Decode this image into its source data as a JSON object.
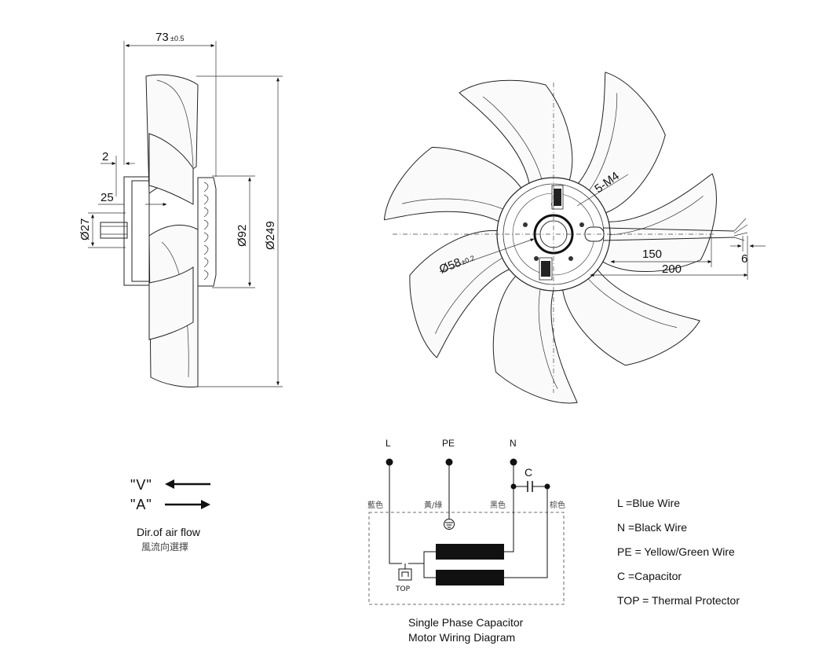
{
  "side_view": {
    "dim_depth": "73",
    "dim_depth_tol": "±0.5",
    "dim_offset": "2",
    "dim_hub": "25",
    "dim_shaft": "Ø27",
    "dim_motor": "Ø92",
    "dim_diameter": "Ø249"
  },
  "front_view": {
    "dim_screws": "5-M4",
    "dim_bolt_circle": "Ø58",
    "dim_bolt_circle_tol": "±0.2",
    "dim_cable_150": "150",
    "dim_cable_200": "200",
    "dim_strip": "6"
  },
  "airflow": {
    "v_label": "\"V\"",
    "a_label": "\"A\"",
    "caption": "Dir.of air flow",
    "caption_cn": "風流向選擇"
  },
  "wiring": {
    "terminal_l": "L",
    "terminal_pe": "PE",
    "terminal_n": "N",
    "capacitor": "C",
    "color_blue_cn": "藍色",
    "color_yg_cn": "黃/綠",
    "color_black_cn": "黑色",
    "color_brown_cn": "棕色",
    "top_label": "TOP",
    "caption_line1": "Single Phase Capacitor",
    "caption_line2": "Motor Wiring Diagram"
  },
  "legend": [
    "L  =Blue Wire",
    "N  =Black Wire",
    "PE = Yellow/Green Wire",
    "C =Capacitor",
    "TOP = Thermal Protector"
  ]
}
